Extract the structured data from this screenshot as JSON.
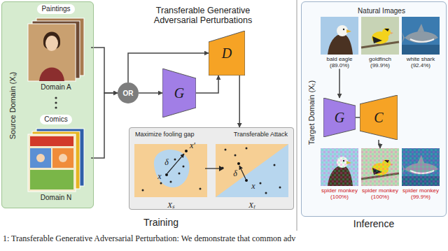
{
  "diagram": {
    "caption": "1: Transferable Generative Adversarial Perturbation: We demonstrate that common adv",
    "nodes": [
      {
        "text": [
          "Source Domain (Xₛ)"
        ]
      },
      {
        "text": [
          "Paintings",
          "Domain A"
        ],
        "in": 0
      },
      {
        "text": [
          "Comics",
          "Domain N"
        ],
        "in": 0
      },
      {
        "text": [
          "OR"
        ]
      },
      {
        "text": [
          "G"
        ]
      },
      {
        "text": [
          "D"
        ]
      },
      {
        "text": [
          "Maximize fooling gap",
          "Transferable Attack"
        ]
      },
      {
        "text": [
          "Target Domain (Xₜ)",
          "Natural Images"
        ]
      },
      {
        "text": [
          "bald eagle (89.0%)"
        ],
        "in": 7
      },
      {
        "text": [
          "goldfinch (99.9%)"
        ],
        "in": 7
      },
      {
        "text": [
          "white shark (92.4%)"
        ],
        "in": 7
      },
      {
        "text": [
          "G"
        ],
        "in": 7
      },
      {
        "text": [
          "C"
        ],
        "in": 7
      },
      {
        "text": [
          "spider monkey (100%)"
        ],
        "in": 7
      },
      {
        "text": [
          "spider monkey (100%)"
        ],
        "in": 7
      },
      {
        "text": [
          "spider monkey (99.9%)"
        ],
        "in": 7
      }
    ],
    "edges": [
      {
        "from": 1,
        "to": 3,
        "arrow": "to"
      },
      {
        "from": 2,
        "to": 3,
        "arrow": "to"
      },
      {
        "from": 3,
        "to": 4,
        "arrow": "to"
      },
      {
        "from": 3,
        "to": 5,
        "arrow": "to"
      },
      {
        "from": 4,
        "to": 5,
        "arrow": "to"
      },
      {
        "from": 5,
        "to": 6,
        "arrow": "to"
      },
      {
        "from": 8,
        "to": 11,
        "arrow": "to"
      },
      {
        "from": 11,
        "to": 12,
        "arrow": "none"
      },
      {
        "from": 12,
        "to": 14,
        "arrow": "to"
      }
    ],
    "labels": [
      "Transferable Generative Adversarial Perturbations",
      "δ",
      "x′",
      "x",
      "Xₛ",
      "δ",
      "x",
      "Xₜ",
      "Training",
      "Inference"
    ]
  }
}
